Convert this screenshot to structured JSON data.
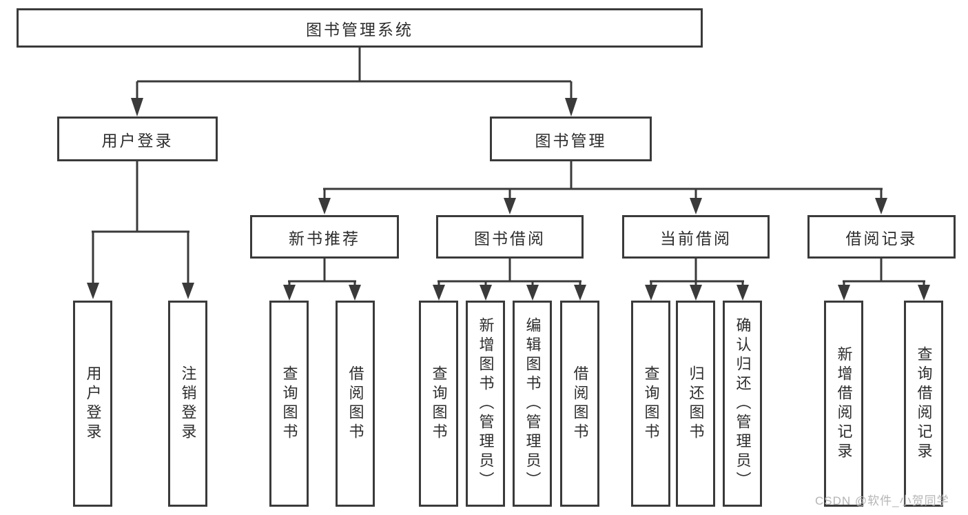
{
  "tree": {
    "root": {
      "label": "图书管理系统"
    },
    "branches": [
      {
        "label": "用户登录",
        "children": [
          "用户登录",
          "注销登录"
        ]
      },
      {
        "label": "图书管理",
        "modules": [
          {
            "label": "新书推荐",
            "children": [
              "查询图书",
              "借阅图书"
            ]
          },
          {
            "label": "图书借阅",
            "children": [
              "查询图书",
              "新增图书（管理员）",
              "编辑图书（管理员）",
              "借阅图书"
            ]
          },
          {
            "label": "当前借阅",
            "children": [
              "查询图书",
              "归还图书",
              "确认归还（管理员）"
            ]
          },
          {
            "label": "借阅记录",
            "children": [
              "新增借阅记录",
              "查询借阅记录"
            ]
          }
        ]
      }
    ]
  },
  "watermark": "CSDN @软件_小贺同学",
  "colors": {
    "line": "#3a3a3a",
    "text": "#2d2d2d",
    "watermark": "#b5b5b5",
    "background": "#ffffff"
  }
}
